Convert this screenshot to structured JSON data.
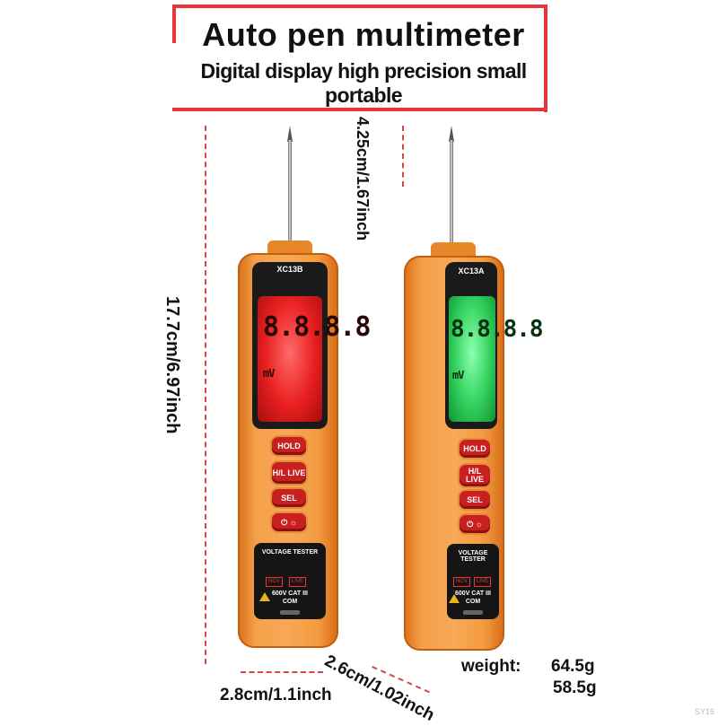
{
  "header": {
    "title": "Auto pen multimeter",
    "subtitle": "Digital display high precision small portable"
  },
  "dimensions": {
    "height": "17.7cm/6.97inch",
    "probe_length": "4.25cm/1.67inch",
    "width": "2.8cm/1.1inch",
    "depth": "2.6cm/1.02inch"
  },
  "weight": {
    "label": "weight:",
    "value_a": "64.5g",
    "value_b": "58.5g"
  },
  "meters": [
    {
      "model": "XC13B",
      "display_color": "red",
      "display_digits": "8.8.8.8",
      "display_unit": "mV",
      "buttons": [
        "HOLD",
        "H/L LIVE",
        "SEL",
        "⏻ ☼"
      ],
      "panel_title": "VOLTAGE TESTER",
      "panel_modes": [
        "NCV",
        "LIVE"
      ],
      "panel_rating": "600V CAT III",
      "panel_port": "COM"
    },
    {
      "model": "XC13A",
      "display_color": "green",
      "display_digits": "8.8.8.8",
      "display_unit": "mV",
      "buttons": [
        "HOLD",
        "H/L LIVE",
        "SEL",
        "⏻ ☼"
      ],
      "panel_title": "VOLTAGE TESTER",
      "panel_modes": [
        "NCV",
        "LIVE"
      ],
      "panel_rating": "600V CAT III",
      "panel_port": "COM"
    }
  ],
  "colors": {
    "accent": "#e8343a",
    "body_orange": "#f5a04a",
    "lcd_red": "#e81f1f",
    "lcd_green": "#31d05c",
    "button_red": "#c8201f"
  },
  "watermark": "SY16"
}
